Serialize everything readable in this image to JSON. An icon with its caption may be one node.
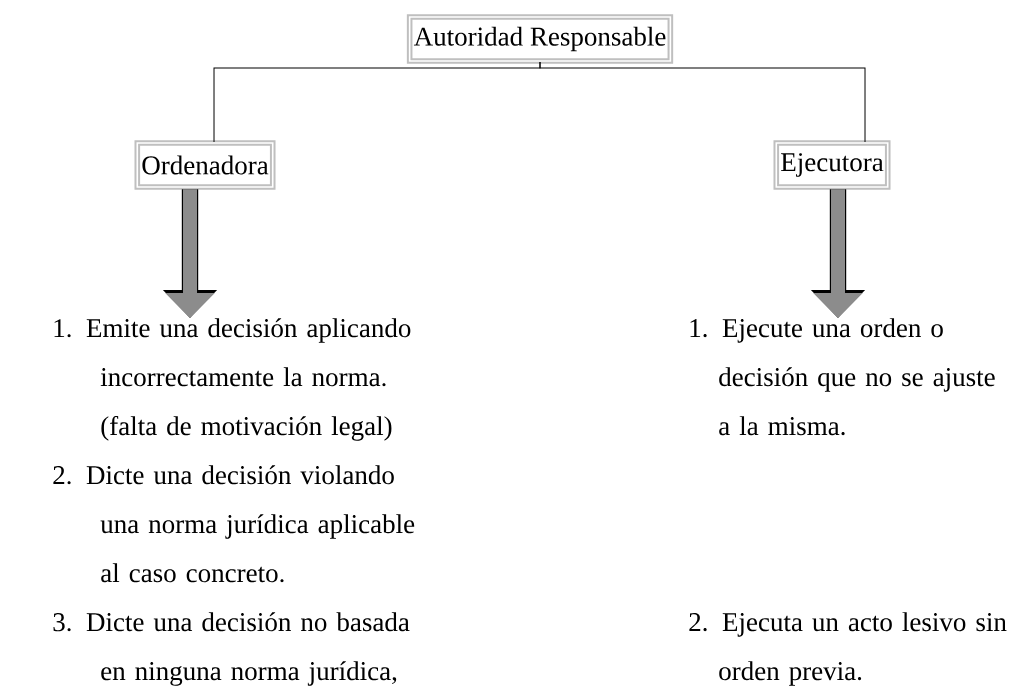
{
  "diagram": {
    "nodes": [
      {
        "text": [
          "Autoridad Responsable"
        ]
      },
      {
        "text": [
          "Ordenadora"
        ]
      },
      {
        "text": [
          "Ejecutora"
        ]
      },
      {
        "text": [
          "1. Emite una decisión aplicando incorrectamente la norma.",
          "(falta de motivación legal)",
          "2. Dicte una decisión violando una norma jurídica aplicable al caso concreto.",
          "3. Dicte una decisión no basada en ninguna norma jurídica,"
        ]
      },
      {
        "text": [
          "1. Ejecute una orden o decisión que no se ajuste a la misma.",
          "2. Ejecuta un acto lesivo sin orden previa."
        ]
      }
    ],
    "edges": [
      {
        "from": 0,
        "to": 1,
        "arrow": "none"
      },
      {
        "from": 0,
        "to": 2,
        "arrow": "none"
      },
      {
        "from": 1,
        "to": 3,
        "arrow": "to",
        "style": "thick",
        "color": "#8c8c8c"
      },
      {
        "from": 2,
        "to": 4,
        "arrow": "to",
        "style": "thick",
        "color": "#8c8c8c"
      }
    ]
  }
}
